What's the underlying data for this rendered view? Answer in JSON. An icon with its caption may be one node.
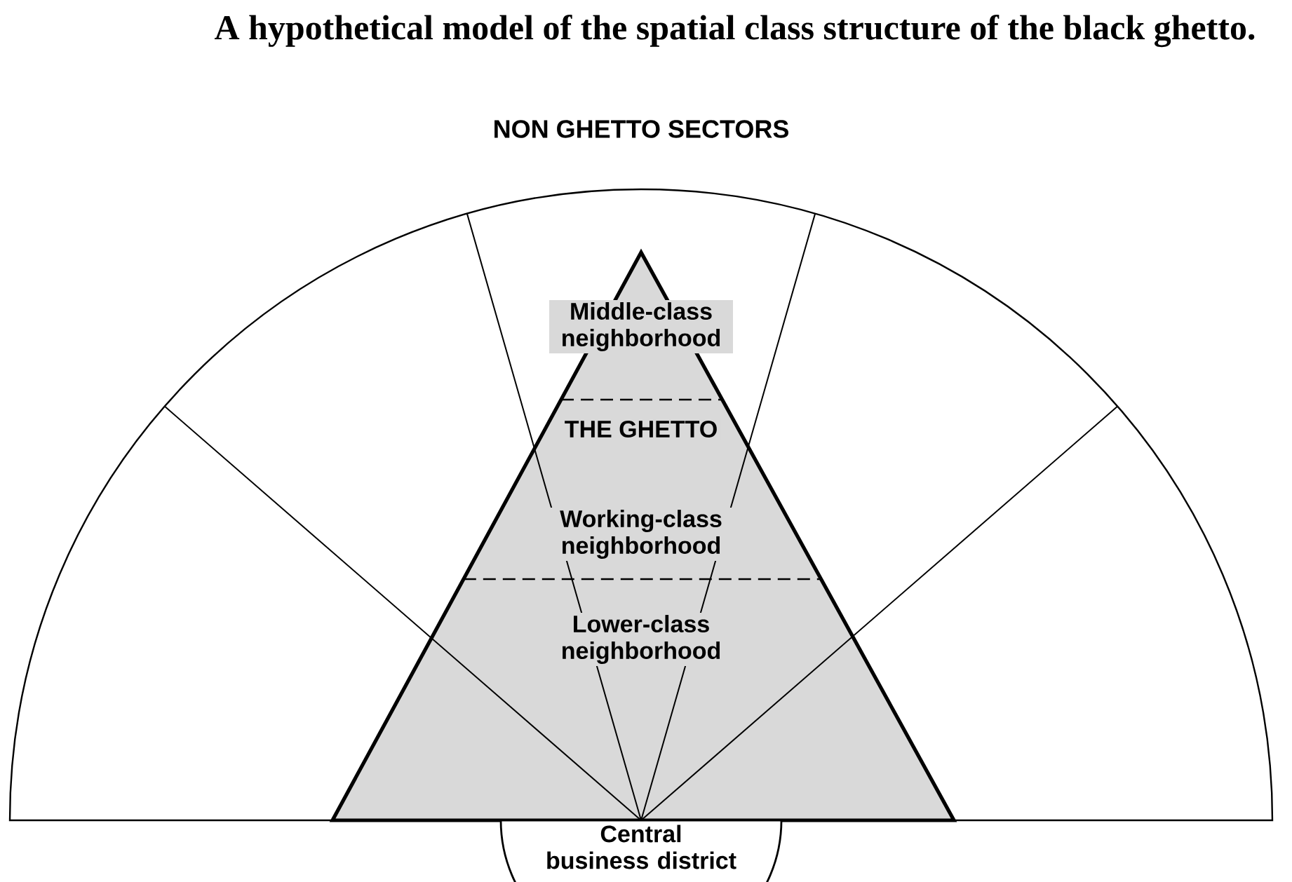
{
  "diagram": {
    "title": "A hypothetical model of the spatial class structure of the black ghetto.",
    "nodes": [
      {
        "text": [
          "NON GHETTO SECTORS"
        ]
      },
      {
        "text": [
          "THE GHETTO"
        ],
        "in": 0
      },
      {
        "text": [
          "Middle-class neighborhood"
        ],
        "in": 1
      },
      {
        "text": [
          "Working-class neighborhood"
        ],
        "in": 1
      },
      {
        "text": [
          "Lower-class neighborhood"
        ],
        "in": 1
      },
      {
        "text": [
          "Central business district"
        ]
      }
    ]
  }
}
